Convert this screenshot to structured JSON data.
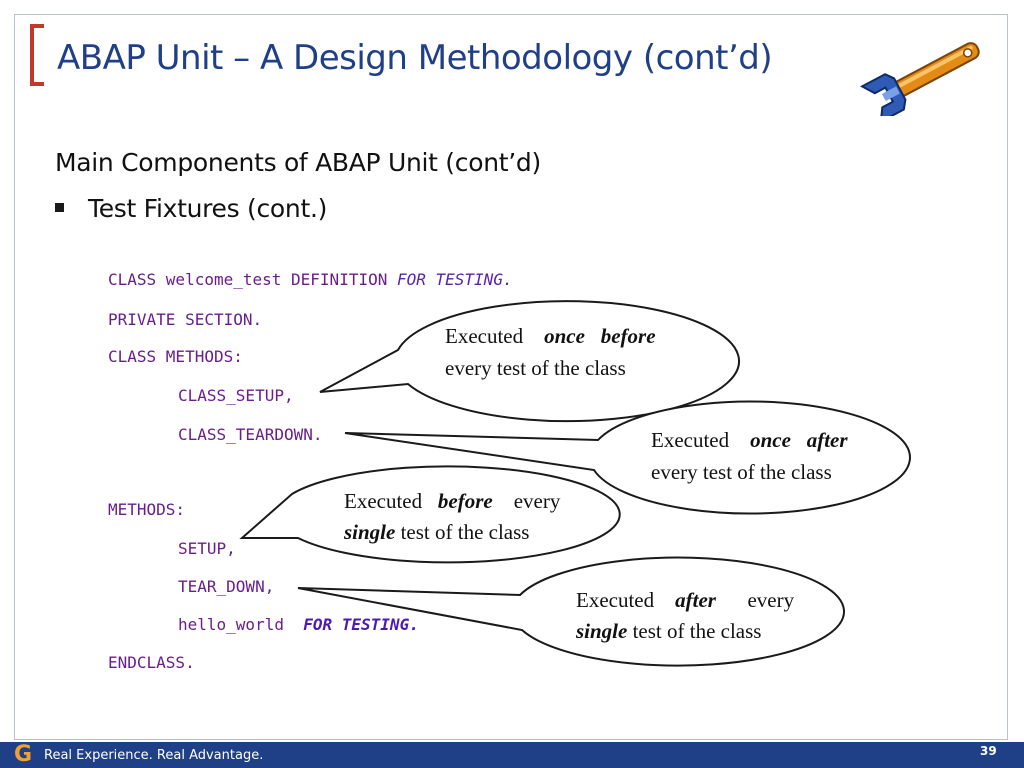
{
  "slide": {
    "title": "ABAP Unit – A Design Methodology (cont’d)",
    "subheading": "Main Components of ABAP Unit (cont’d)",
    "bullet": "Test Fixtures (cont.)"
  },
  "code": {
    "line1_main": "CLASS welcome_test DEFINITION ",
    "line1_kw": "FOR TESTING.",
    "line2": "PRIVATE SECTION.",
    "line3": "CLASS METHODS:",
    "line4": "CLASS_SETUP,",
    "line5": "CLASS_TEARDOWN.",
    "line6": "METHODS:",
    "line7": "SETUP,",
    "line8": "TEAR_DOWN,",
    "line9_main": "hello_world  ",
    "line9_kw": "FOR TESTING.",
    "line10": "ENDCLASS."
  },
  "callouts": {
    "c1": {
      "w1": "Executed",
      "w2": "once",
      "w3": "before",
      "line2": "every test of the class"
    },
    "c2": {
      "w1": "Executed",
      "w2": "once",
      "w3": "after",
      "line2": "every test of the class"
    },
    "c3": {
      "w1": "Executed",
      "w2": "before",
      "w3": "every",
      "l2a": "single",
      "l2b": " test of the class"
    },
    "c4": {
      "w1": "Executed",
      "w2": "after",
      "w3": "every",
      "l2a": "single",
      "l2b": " test of the class"
    }
  },
  "footer": {
    "logo": "G",
    "tagline": "Real Experience. Real Advantage.",
    "page": "39"
  },
  "icons": {
    "wrench": "wrench-icon",
    "bullet": "square-bullet-icon"
  },
  "colors": {
    "title": "#1f3f86",
    "bracket": "#c0392b",
    "footer": "#1f3f86",
    "code": "#6a1e8a"
  }
}
